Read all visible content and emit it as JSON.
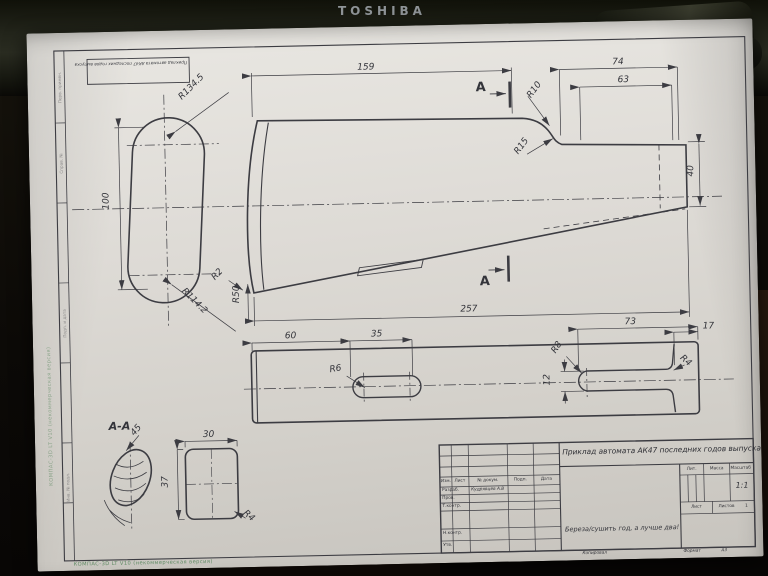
{
  "scene": {
    "laptop_brand": "TOSHIBA"
  },
  "watermark": {
    "text": "КОМПАС-3D LT V10 (некоммерческая версия)"
  },
  "stamp_top": {
    "text": "Приклад автомата АК47 последних годов выпуска"
  },
  "frame_strip": {
    "c1": "Перв. примен.",
    "c2": "Справ. №",
    "c3": "Подп. и дата",
    "c4": "Инв. № подл."
  },
  "drawing": {
    "rear_view": {
      "dim_100": "100",
      "r_top": "R134.5",
      "r_bottom": "R114.2"
    },
    "side_view": {
      "dim_159": "159",
      "dim_74": "74",
      "dim_63": "63",
      "dim_40": "40",
      "dim_257": "257",
      "r10": "R10",
      "r15": "R15",
      "r2": "R2",
      "r50": "R50",
      "section_letter_top": "А",
      "section_letter_bottom": "А"
    },
    "bottom_view": {
      "dim_60": "60",
      "dim_35": "35",
      "dim_73": "73",
      "dim_17": "17",
      "dim_12": "12",
      "r6": "R6",
      "r8": "R8",
      "r4": "R4"
    },
    "section_view": {
      "label": "А-А",
      "dim_45": "45",
      "dim_30": "30",
      "dim_37": "37",
      "r4": "R4"
    }
  },
  "title_block": {
    "title": "Приклад автомата АК47 последних годов выпуска",
    "material": "Береза/сушить год, а лучше два!",
    "scale_value": "1:1",
    "headers": {
      "lit": "Лит.",
      "massa": "Масса",
      "masshtab": "Масштаб",
      "list": "Лист",
      "listov": "Листов",
      "listov_value": "1"
    },
    "columns": {
      "izm": "Изм.",
      "list": "Лист",
      "n_dokum": "№ докум.",
      "podp": "Подп.",
      "data": "Дата"
    },
    "rows": {
      "razrab": "Разраб.",
      "razrab_name": "Кудрявцев А.В",
      "prov": "Пров.",
      "t_kontr": "Т.контр.",
      "n_kontr": "Н.контр.",
      "utv": "Утв."
    },
    "footer": {
      "kopiroval": "Копировал",
      "format": "Формат",
      "format_value": "А3"
    }
  }
}
